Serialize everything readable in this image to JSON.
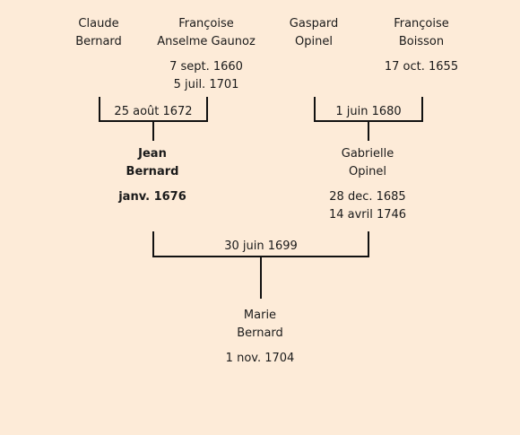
{
  "grandparents": {
    "claude": {
      "first": "Claude",
      "last": "Bernard"
    },
    "francoise_gaunoz": {
      "first": "Françoise",
      "last": "Anselme Gaunoz",
      "birth": "7 sept. 1660",
      "death": "5 juil. 1701"
    },
    "gaspard": {
      "first": "Gaspard",
      "last": "Opinel"
    },
    "francoise_boisson": {
      "first": "Françoise",
      "last": "Boisson",
      "birth": "17 oct. 1655"
    }
  },
  "unions": {
    "bernard_gaunoz": "25 août 1672",
    "opinel_boisson": "1 juin 1680",
    "jean_gabrielle": "30 juin 1699"
  },
  "parents": {
    "jean": {
      "first": "Jean",
      "last": "Bernard",
      "birth": "janv. 1676"
    },
    "gabrielle": {
      "first": "Gabrielle",
      "last": "Opinel",
      "birth": "28 dec. 1685",
      "death": "14 avril 1746"
    }
  },
  "child": {
    "first": "Marie",
    "last": "Bernard",
    "birth": "1 nov. 1704"
  }
}
